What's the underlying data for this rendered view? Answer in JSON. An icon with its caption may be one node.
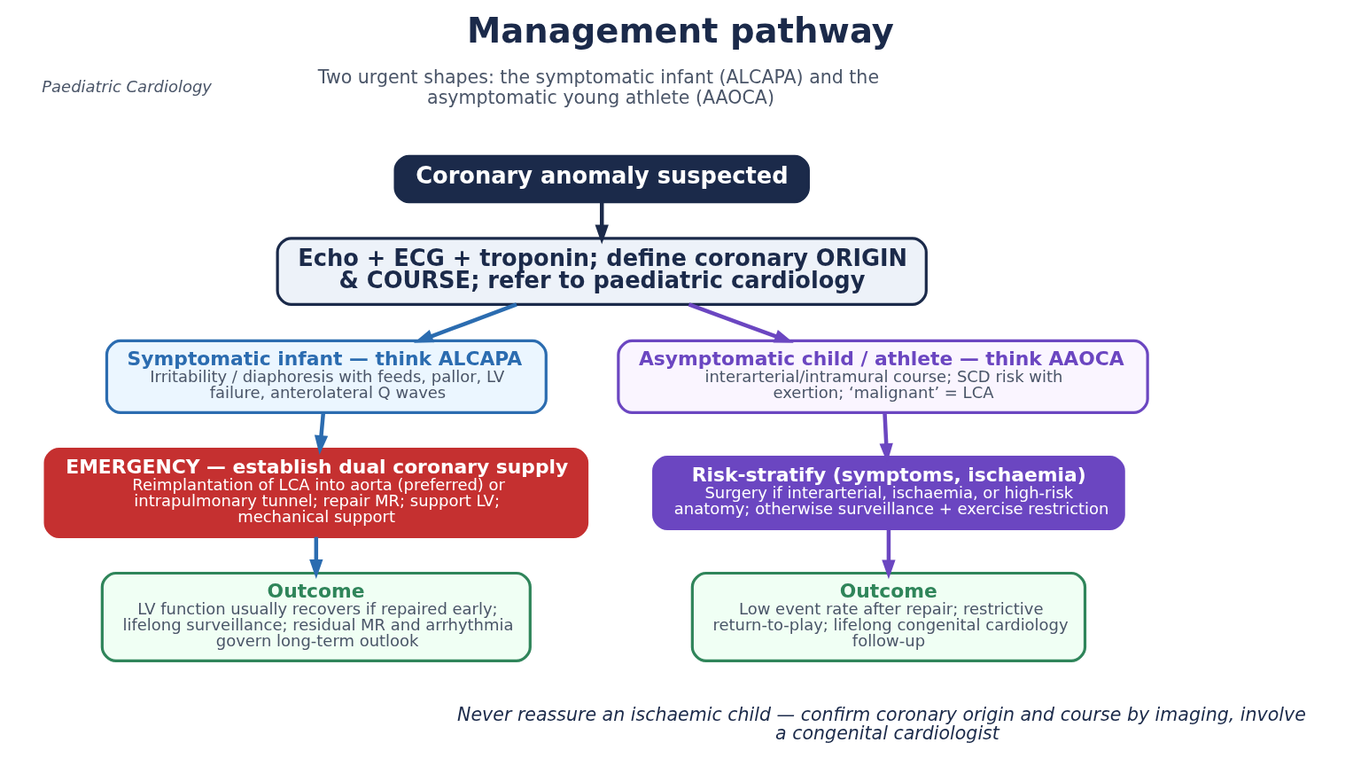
{
  "diagram": {
    "title": "Management pathway",
    "caption": "Never reassure an ischaemic child — confirm coronary origin and course by imaging, involve a congenital cardiologist",
    "nodes": [
      {
        "text": [
          "Coronary anomaly suspected"
        ]
      },
      {
        "text": [
          "Echo + ECG + troponin; define coronary ORIGIN & COURSE; refer to paediatric cardiology"
        ]
      },
      {
        "text": [
          "Symptomatic infant — think ALCAPA",
          "Irritability / diaphoresis with feeds, pallor, LV failure, anterolateral Q waves"
        ]
      },
      {
        "text": [
          "Asymptomatic child / athlete — think AAOCA",
          "interarterial/intramural course; SCD risk with exertion; ‘malignant’ = LCA"
        ]
      },
      {
        "text": [
          "EMERGENCY — establish dual coronary supply",
          "Reimplantation of LCA into aorta (preferred) or intrapulmonary tunnel; repair MR; support LV; mechanical support"
        ]
      },
      {
        "text": [
          "Risk-stratify (symptoms, ischaemia)",
          "Surgery if interarterial, ischaemia, or high-risk anatomy; otherwise surveillance + exercise restriction"
        ]
      },
      {
        "text": [
          "Outcome",
          "LV function usually recovers if repaired early; lifelong surveillance; residual MR and arrhythmia govern long-term outlook"
        ]
      },
      {
        "text": [
          "Outcome",
          "Low event rate after repair; restrictive return-to-play; lifelong congenital cardiology follow-up"
        ]
      }
    ],
    "edges": [
      {
        "from": 0,
        "to": 1,
        "arrow": "to",
        "color": "#1b2a4a"
      },
      {
        "from": 1,
        "to": 2,
        "arrow": "to",
        "color": "#2b6cb0"
      },
      {
        "from": 1,
        "to": 3,
        "arrow": "to",
        "color": "#6b46c1"
      },
      {
        "from": 2,
        "to": 4,
        "arrow": "to",
        "color": "#2b6cb0"
      },
      {
        "from": 3,
        "to": 5,
        "arrow": "to",
        "color": "#6b46c1"
      },
      {
        "from": 4,
        "to": 6,
        "arrow": "to",
        "color": "#2b6cb0"
      },
      {
        "from": 5,
        "to": 7,
        "arrow": "to",
        "color": "#6b46c1"
      }
    ],
    "labels": [
      "Paediatric Cardiology",
      "Two urgent shapes: the symptomatic infant (ALCAPA) and the asymptomatic young athlete (AAOCA)"
    ]
  }
}
